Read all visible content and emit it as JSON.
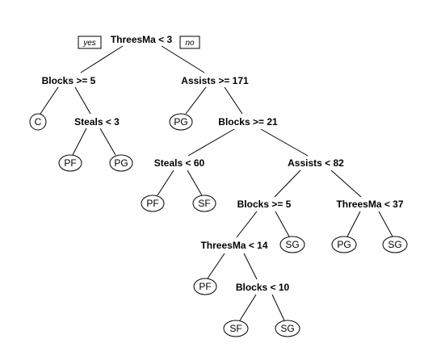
{
  "tree": {
    "branch_tags": {
      "left": "yes",
      "right": "no"
    },
    "splits": {
      "root": "ThreesMa < 3",
      "n2": "Blocks >= 5",
      "n3": "Assists >= 171",
      "n5": "Steals < 3",
      "n7": "Blocks >= 21",
      "n14": "Steals < 60",
      "n15": "Assists < 82",
      "n30": "Blocks >= 5",
      "n31": "ThreesMa < 37",
      "n60": "ThreesMa < 14",
      "n121": "Blocks < 10"
    },
    "leaves": {
      "n4": "C",
      "n10": "PF",
      "n11": "PG",
      "n6": "PG",
      "n28": "PF",
      "n29": "SF",
      "n61": "SG",
      "n62": "PG",
      "n63": "SG",
      "n120": "PF",
      "n242": "SF",
      "n243": "SG"
    }
  }
}
